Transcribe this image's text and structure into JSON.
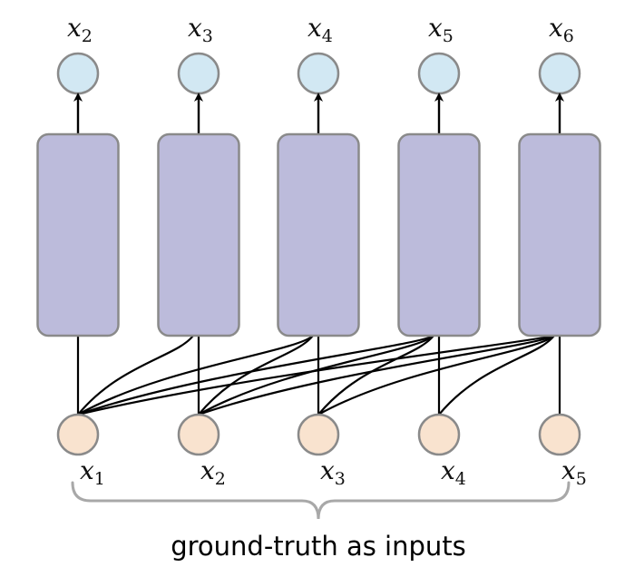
{
  "diagram": {
    "title": "Teacher forcing: ground-truth as inputs",
    "columns": [
      {
        "output_label": {
          "base": "x",
          "sub": "2"
        },
        "input_label": {
          "base": "x",
          "sub": "1"
        }
      },
      {
        "output_label": {
          "base": "x",
          "sub": "3"
        },
        "input_label": {
          "base": "x",
          "sub": "2"
        }
      },
      {
        "output_label": {
          "base": "x",
          "sub": "4"
        },
        "input_label": {
          "base": "x",
          "sub": "3"
        }
      },
      {
        "output_label": {
          "base": "x",
          "sub": "5"
        },
        "input_label": {
          "base": "x",
          "sub": "4"
        }
      },
      {
        "output_label": {
          "base": "x",
          "sub": "6"
        },
        "input_label": {
          "base": "x",
          "sub": "5"
        }
      }
    ],
    "connections": "each block t receives inputs x_1..x_t (causal)",
    "caption": "ground-truth as inputs",
    "colors": {
      "output_node": "#d2e8f3",
      "input_node": "#f9e3cf",
      "block": "#bcbbdb",
      "node_stroke": "#8a8a8a",
      "edge": "#000000",
      "brace": "#a8a8a8"
    }
  }
}
